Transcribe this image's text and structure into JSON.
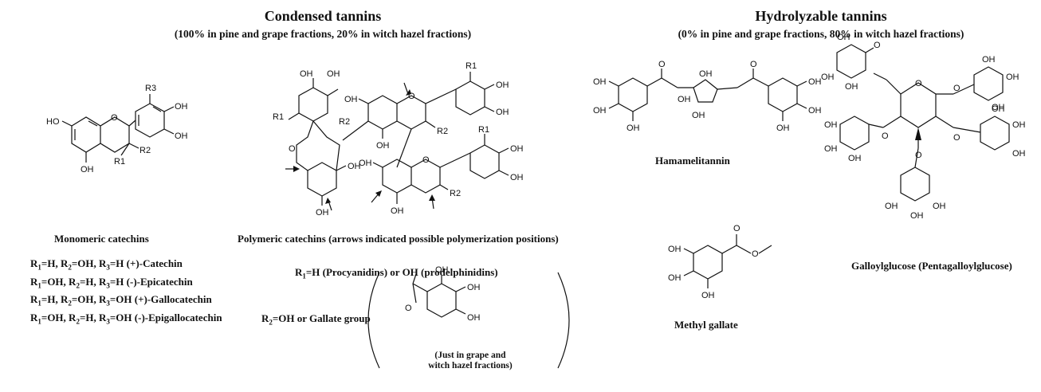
{
  "condensed": {
    "title": "Condensed tannins",
    "subtitle": "(100% in pine and grape fractions, 20% in witch hazel fractions)",
    "monomeric_caption": "Monomeric catechins",
    "polymeric_caption": "Polymeric catechins (arrows indicated possible polymerization positions)",
    "r1_note_a": "R",
    "r1_note_b": "=H (Procyanidins) or OH (prodelphinidins)",
    "r2_note_a": "R",
    "r2_note_b": "=OH or Gallate group",
    "gallate_note_line1": "(Just in grape and",
    "gallate_note_line2": "witch hazel fractions)",
    "variants": [
      {
        "r1": "H",
        "r2": "OH",
        "r3": "H",
        "name": "(+)-Catechin"
      },
      {
        "r1": "OH",
        "r2": "H",
        "r3": "H",
        "name": "(-)-Epicatechin"
      },
      {
        "r1": "H",
        "r2": "OH",
        "r3": "OH",
        "name": "(+)-Gallocatechin"
      },
      {
        "r1": "OH",
        "r2": "H",
        "r3": "OH",
        "name": "(-)-Epigallocatechin"
      }
    ]
  },
  "hydrolyzable": {
    "title": "Hydrolyzable tannins",
    "subtitle": "(0% in pine and grape fractions, 80% in witch hazel fractions)",
    "hamamelitannin_caption": "Hamamelitannin",
    "methyl_gallate_caption": "Methyl gallate",
    "galloylglucose_caption": "Galloylglucose (Pentagalloylglucose)"
  },
  "atom_labels": {
    "oh": "OH",
    "ho": "HO",
    "o": "O",
    "r1": "R1",
    "r2": "R2",
    "r3": "R3"
  }
}
